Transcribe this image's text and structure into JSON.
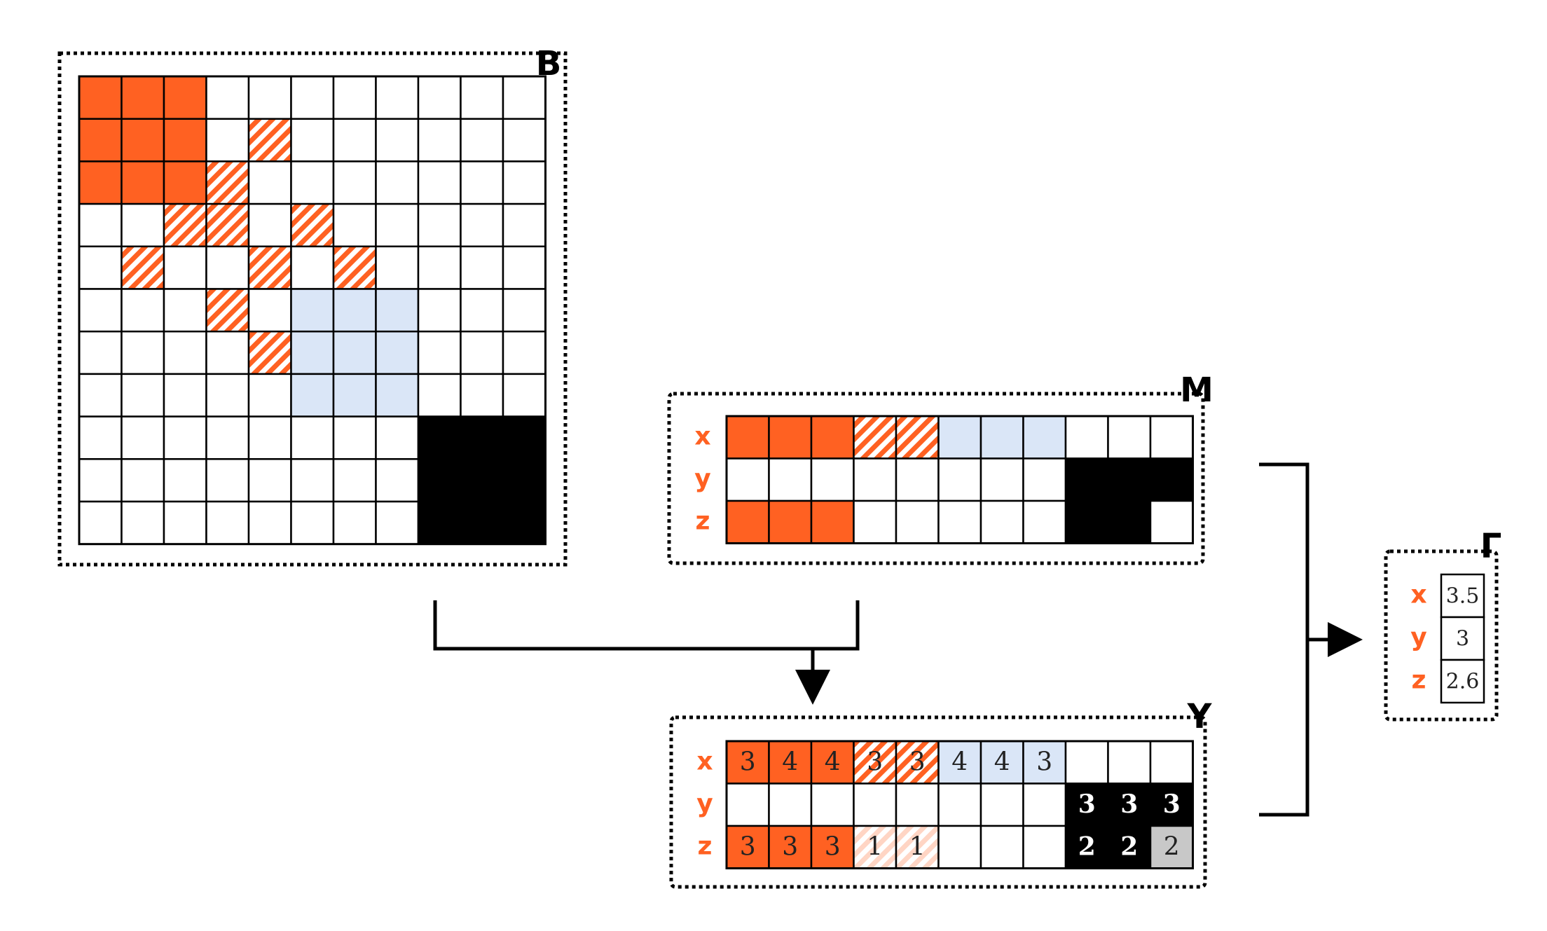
{
  "colors": {
    "orange": "#ff6122",
    "light_blue": "#dae6f7",
    "black": "#000000",
    "gray": "#c8c8c8",
    "white": "#ffffff",
    "hatch_light": "#ffd5c4"
  },
  "panels": {
    "B": {
      "label": "B",
      "grid": [
        "OOOWWWWWWWW",
        "OOOWHWWWWWW",
        "OOOHWWWWWWW",
        "WWHHWHWWWWW",
        "WHWWHWHWWWW",
        "WWWHWLLLWWW",
        "WWWWHLLLWWW",
        "WWWWWLLLWWW",
        "WWWWWWWWKKK",
        "WWWWWWWWKKK",
        "WWWWWWWWKKK"
      ]
    },
    "M": {
      "label": "M",
      "rows": [
        {
          "label": "x",
          "cells": [
            "O",
            "O",
            "O",
            "H",
            "H",
            "L",
            "L",
            "L",
            "W",
            "W",
            "W"
          ]
        },
        {
          "label": "y",
          "cells": [
            "W",
            "W",
            "W",
            "W",
            "W",
            "W",
            "W",
            "W",
            "K",
            "K",
            "K"
          ]
        },
        {
          "label": "z",
          "cells": [
            "O",
            "O",
            "O",
            "W",
            "W",
            "W",
            "W",
            "W",
            "K",
            "K",
            "W"
          ]
        }
      ]
    },
    "Y": {
      "label": "Y",
      "rows": [
        {
          "label": "x",
          "cells": [
            {
              "f": "O",
              "v": "3"
            },
            {
              "f": "O",
              "v": "4"
            },
            {
              "f": "O",
              "v": "4"
            },
            {
              "f": "H",
              "v": "3"
            },
            {
              "f": "H",
              "v": "3"
            },
            {
              "f": "L",
              "v": "4"
            },
            {
              "f": "L",
              "v": "4"
            },
            {
              "f": "L",
              "v": "3"
            },
            {
              "f": "W",
              "v": ""
            },
            {
              "f": "W",
              "v": ""
            },
            {
              "f": "W",
              "v": ""
            }
          ]
        },
        {
          "label": "y",
          "cells": [
            {
              "f": "W",
              "v": ""
            },
            {
              "f": "W",
              "v": ""
            },
            {
              "f": "W",
              "v": ""
            },
            {
              "f": "W",
              "v": ""
            },
            {
              "f": "W",
              "v": ""
            },
            {
              "f": "W",
              "v": ""
            },
            {
              "f": "W",
              "v": ""
            },
            {
              "f": "W",
              "v": ""
            },
            {
              "f": "K",
              "v": "3"
            },
            {
              "f": "K",
              "v": "3"
            },
            {
              "f": "K",
              "v": "3"
            }
          ]
        },
        {
          "label": "z",
          "cells": [
            {
              "f": "O",
              "v": "3"
            },
            {
              "f": "O",
              "v": "3"
            },
            {
              "f": "O",
              "v": "3"
            },
            {
              "f": "HL",
              "v": "1"
            },
            {
              "f": "HL",
              "v": "1"
            },
            {
              "f": "W",
              "v": ""
            },
            {
              "f": "W",
              "v": ""
            },
            {
              "f": "W",
              "v": ""
            },
            {
              "f": "K",
              "v": "2"
            },
            {
              "f": "K",
              "v": "2"
            },
            {
              "f": "G",
              "v": "2"
            }
          ]
        }
      ]
    },
    "Gamma": {
      "label": "Γ",
      "rows": [
        {
          "label": "x",
          "value": "3.5"
        },
        {
          "label": "y",
          "value": "3"
        },
        {
          "label": "z",
          "value": "2.6"
        }
      ]
    }
  }
}
